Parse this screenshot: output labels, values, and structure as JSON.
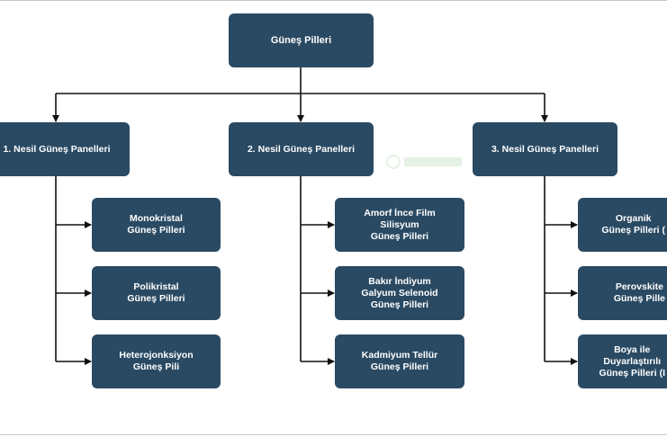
{
  "diagram": {
    "root": {
      "label": "Güneş Pilleri"
    },
    "generations": [
      {
        "label": "1. Nesil Güneş Panelleri",
        "children": [
          "Monokristal\nGüneş Pilleri",
          "Polikristal\nGüneş Pilleri",
          "Heterojonksiyon\nGüneş Pili"
        ]
      },
      {
        "label": "2. Nesil Güneş Panelleri",
        "children": [
          "Amorf İnce Film\nSilisyum\nGüneş Pilleri",
          "Bakır İndiyum\nGalyum Selenoid\nGüneş Pilleri",
          "Kadmiyum Tellür\nGüneş Pilleri"
        ]
      },
      {
        "label": "3. Nesil Güneş Panelleri",
        "children": [
          "Organik\nGüneş Pilleri (",
          "Perovskite\nGüneş Pille",
          "Boya ile\nDuyarlaştırılı\nGüneş Pilleri (I"
        ]
      }
    ]
  },
  "colors": {
    "node_fill": "#2a4a63",
    "node_text": "#ffffff",
    "connector": "#111111"
  }
}
